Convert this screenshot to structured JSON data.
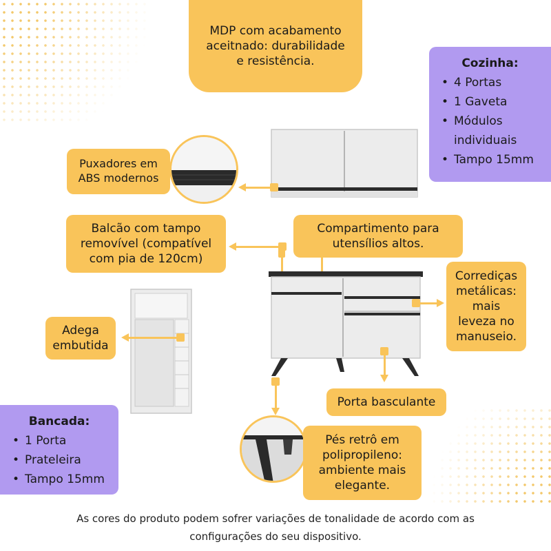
{
  "callouts": {
    "top": "MDP com acabamento\naceitnado: durabilidade\ne resistência.",
    "handles": "Puxadores em\nABS modernos",
    "counter": "Balcão com tampo\nremovível (compatível\ncom pia de 120cm)",
    "compartment": "Compartimento para\nutensílios altos.",
    "slides": "Corrediças\nmetálicas:\nmais\nleveza no\nmanuseio.",
    "wine": "Adega\nembutida",
    "flapdoor": "Porta basculante",
    "feet": "Pés retrô em\npolipropileno:\nambiente mais\nelegante."
  },
  "kitchen": {
    "title": "Cozinha:",
    "items": [
      "4 Portas",
      "1 Gaveta",
      "Módulos individuais",
      "Tampo 15mm"
    ]
  },
  "bench": {
    "title": "Bancada:",
    "items": [
      "1 Porta",
      "Prateleira",
      "Tampo 15mm"
    ]
  },
  "footer": "As cores do produto podem sofrer variações de tonalidade de acordo com as\nconfigurações do seu dispositivo.",
  "colors": {
    "yellow": "#f9c45a",
    "purple": "#b19af0",
    "cabinet": "#ececec",
    "dark": "#2c2c2c"
  }
}
